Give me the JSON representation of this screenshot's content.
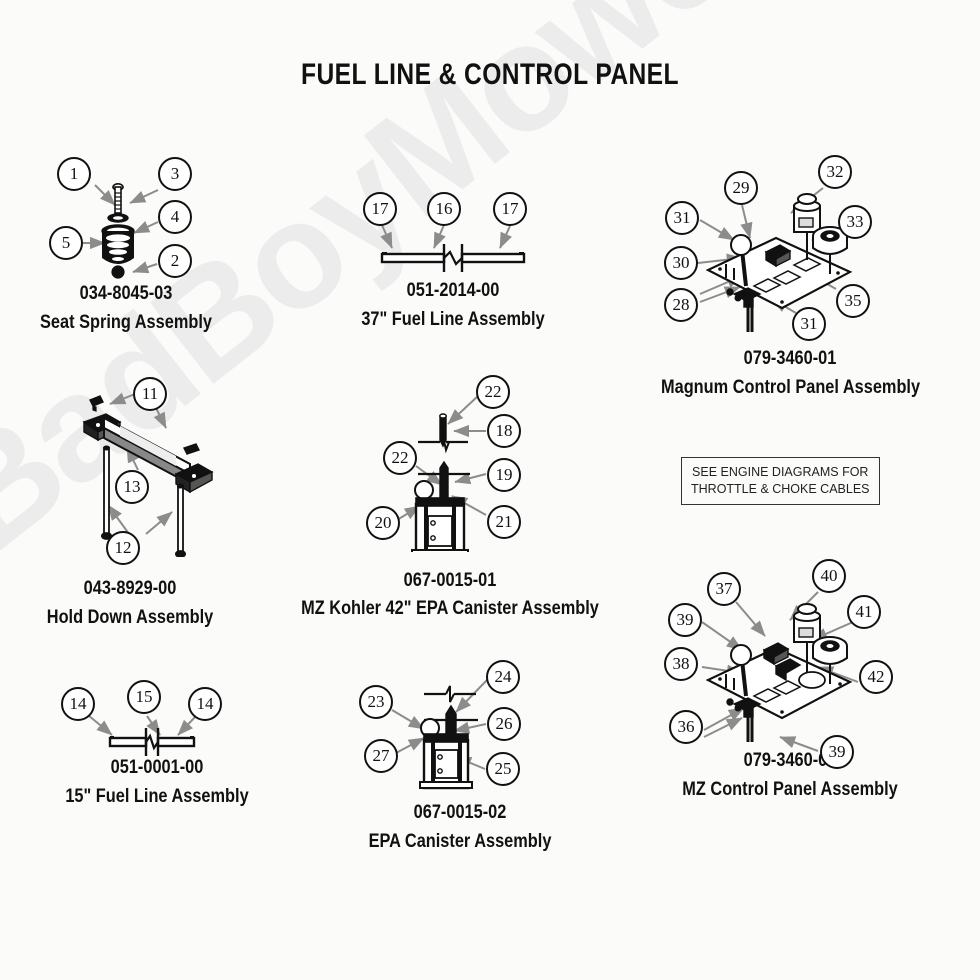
{
  "page": {
    "title": "FUEL LINE & CONTROL PANEL",
    "background_color": "#fbfbf9",
    "ink_color": "#111111",
    "watermark_text": "BadBoyMowerParts.com",
    "watermark_color": "#ececec"
  },
  "note_box": {
    "line1": "SEE ENGINE DIAGRAMS FOR",
    "line2": "THROTTLE & CHOKE CABLES"
  },
  "assemblies": [
    {
      "id": "seat-spring",
      "part_number": "034-8045-03",
      "name": "Seat Spring Assembly",
      "callouts": [
        "1",
        "3",
        "4",
        "5",
        "2"
      ]
    },
    {
      "id": "fuel-line-37",
      "part_number": "051-2014-00",
      "name": "37\" Fuel Line Assembly",
      "callouts": [
        "17",
        "16",
        "17"
      ]
    },
    {
      "id": "magnum-control-panel",
      "part_number": "079-3460-01",
      "name": "Magnum Control Panel Assembly",
      "callouts": [
        "29",
        "32",
        "31",
        "33",
        "30",
        "28",
        "35",
        "31"
      ]
    },
    {
      "id": "hold-down",
      "part_number": "043-8929-00",
      "name": "Hold Down Assembly",
      "callouts": [
        "11",
        "13",
        "12"
      ]
    },
    {
      "id": "mz-kohler-canister",
      "part_number": "067-0015-01",
      "name": "MZ Kohler 42\" EPA Canister Assembly",
      "callouts": [
        "22",
        "18",
        "22",
        "19",
        "20",
        "21"
      ]
    },
    {
      "id": "fuel-line-15",
      "part_number": "051-0001-00",
      "name": "15\" Fuel Line Assembly",
      "callouts": [
        "14",
        "15",
        "14"
      ]
    },
    {
      "id": "epa-canister",
      "part_number": "067-0015-02",
      "name": "EPA Canister Assembly",
      "callouts": [
        "24",
        "23",
        "26",
        "27",
        "25"
      ]
    },
    {
      "id": "mz-control-panel",
      "part_number": "079-3460-02",
      "name": "MZ Control Panel Assembly",
      "callouts": [
        "40",
        "37",
        "41",
        "39",
        "38",
        "42",
        "36",
        "39"
      ]
    }
  ],
  "callout_labels": {
    "c1": "1",
    "c2": "2",
    "c3": "3",
    "c4": "4",
    "c5": "5",
    "c11": "11",
    "c12": "12",
    "c13": "13",
    "c14a": "14",
    "c14b": "14",
    "c15": "15",
    "c16": "16",
    "c17a": "17",
    "c17b": "17",
    "c18": "18",
    "c19": "19",
    "c20": "20",
    "c21": "21",
    "c22a": "22",
    "c22b": "22",
    "c23": "23",
    "c24": "24",
    "c25": "25",
    "c26": "26",
    "c27": "27",
    "c28": "28",
    "c29": "29",
    "c30": "30",
    "c31a": "31",
    "c31b": "31",
    "c32": "32",
    "c33": "33",
    "c35": "35",
    "c36": "36",
    "c37": "37",
    "c38": "38",
    "c39a": "39",
    "c39b": "39",
    "c40": "40",
    "c41": "41",
    "c42": "42"
  }
}
